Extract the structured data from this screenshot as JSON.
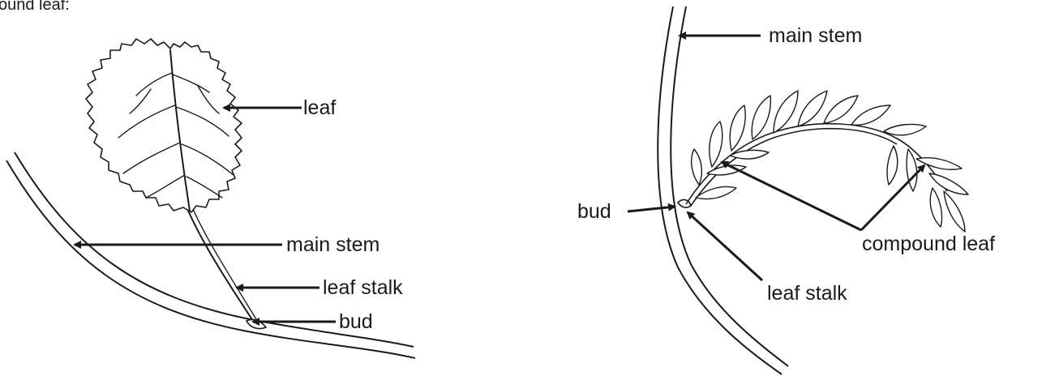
{
  "caption": "ound leaf:",
  "simple_leaf_diagram": {
    "labels": {
      "leaf": "leaf",
      "main_stem": "main stem",
      "leaf_stalk": "leaf stalk",
      "bud": "bud"
    }
  },
  "compound_leaf_diagram": {
    "labels": {
      "main_stem": "main stem",
      "compound_leaf": "compound leaf",
      "bud": "bud",
      "leaf_stalk": "leaf stalk"
    }
  }
}
